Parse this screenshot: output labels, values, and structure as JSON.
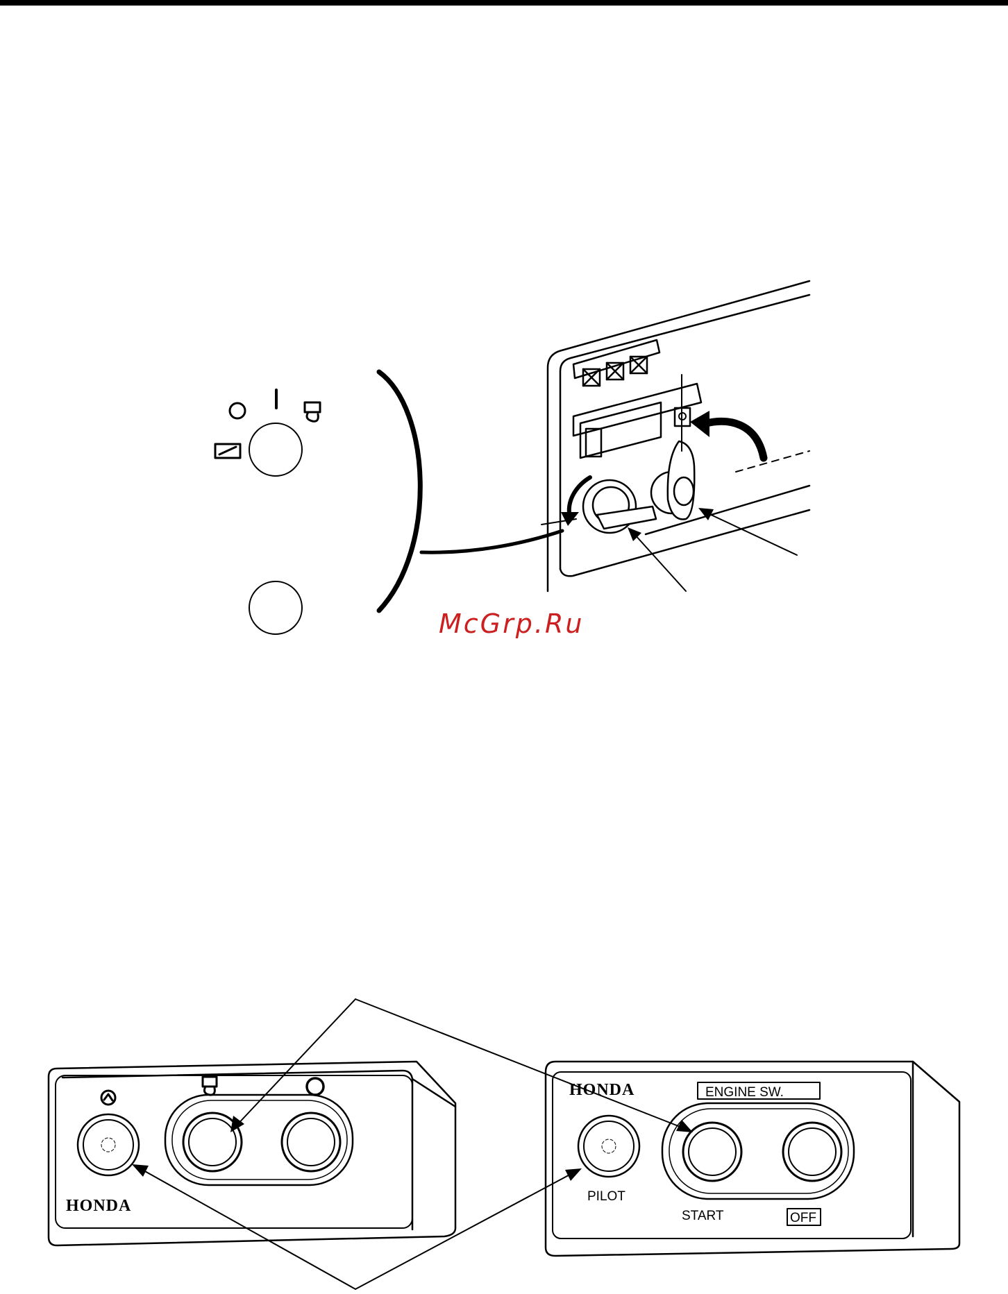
{
  "watermark": {
    "text": "McGrp.Ru",
    "color": "#cc1f1f"
  },
  "dial": {
    "symbols": [
      "circle-off-symbol",
      "bar-on-symbol",
      "engine-start-symbol",
      "choke-symbol"
    ]
  },
  "panel_left": {
    "brand": "HONDA",
    "icons": [
      "power-indicator-icon",
      "engine-start-icon",
      "stop-circle-icon"
    ]
  },
  "panel_right": {
    "brand": "HONDA",
    "badge": "ENGINE SW.",
    "pilot_label": "PILOT",
    "start_label": "START",
    "off_label": "OFF"
  }
}
